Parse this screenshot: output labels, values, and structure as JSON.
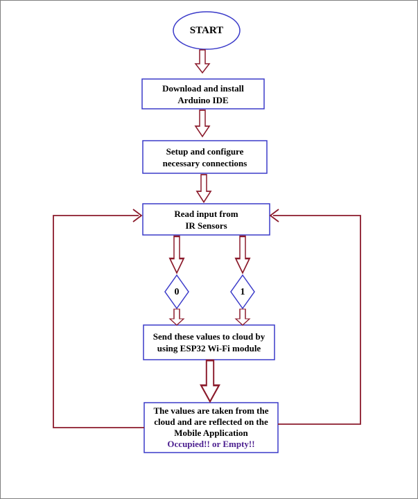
{
  "start": {
    "label": "START"
  },
  "steps": {
    "download": {
      "line1": "Download and install",
      "line2": "Arduino IDE"
    },
    "setup": {
      "line1": "Setup and configure",
      "line2": "necessary connections"
    },
    "read": {
      "line1": "Read input from",
      "line2": "IR Sensors"
    },
    "send": {
      "line1": "Send these values to cloud by",
      "line2": "using ESP32 Wi-Fi module"
    },
    "result": {
      "line1": "The values are taken from the",
      "line2": "cloud and are reflected on the",
      "line3": "Mobile Application",
      "status": "Occupied!! or Empty!!"
    }
  },
  "decisions": {
    "zero": "0",
    "one": "1"
  },
  "colors": {
    "box_border": "#3a3ac9",
    "arrow": "#8b1a2b",
    "status_text": "#4b1e8f",
    "frame": "#7f7f7f"
  }
}
